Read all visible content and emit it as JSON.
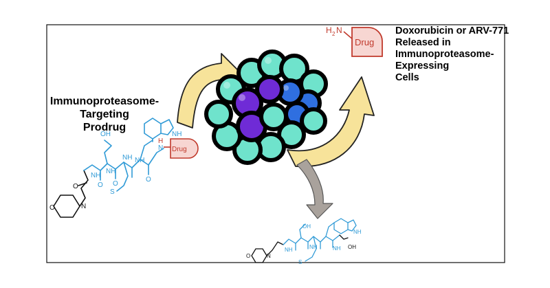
{
  "labels": {
    "prodrug": [
      "Immunoproteasome-",
      "Targeting",
      "Prodrug"
    ],
    "released": [
      "Doxorubicin or ARV-771",
      "Released in",
      "Immunoproteasome-",
      "Expressing",
      "Cells"
    ]
  },
  "chem": {
    "drug": "Drug",
    "nh": "NH",
    "n_h": "N",
    "h": "H",
    "oh": "OH",
    "s": "S",
    "n": "N",
    "o": "O",
    "h2n_h": "H",
    "h2n_2": "2",
    "h2n_n": "N"
  },
  "colors": {
    "peptide_blue": "#2f9ad6",
    "linker_black": "#111111",
    "drug_red": "#c0392b",
    "drug_fill": "#f7d6d2",
    "proteasome_teal": "#6fe3cc",
    "proteasome_purple": "#6f2bd6",
    "proteasome_blue": "#2f6fe0",
    "arrow_yellow": "#f7e39a",
    "arrow_gray": "#a9a29c"
  }
}
